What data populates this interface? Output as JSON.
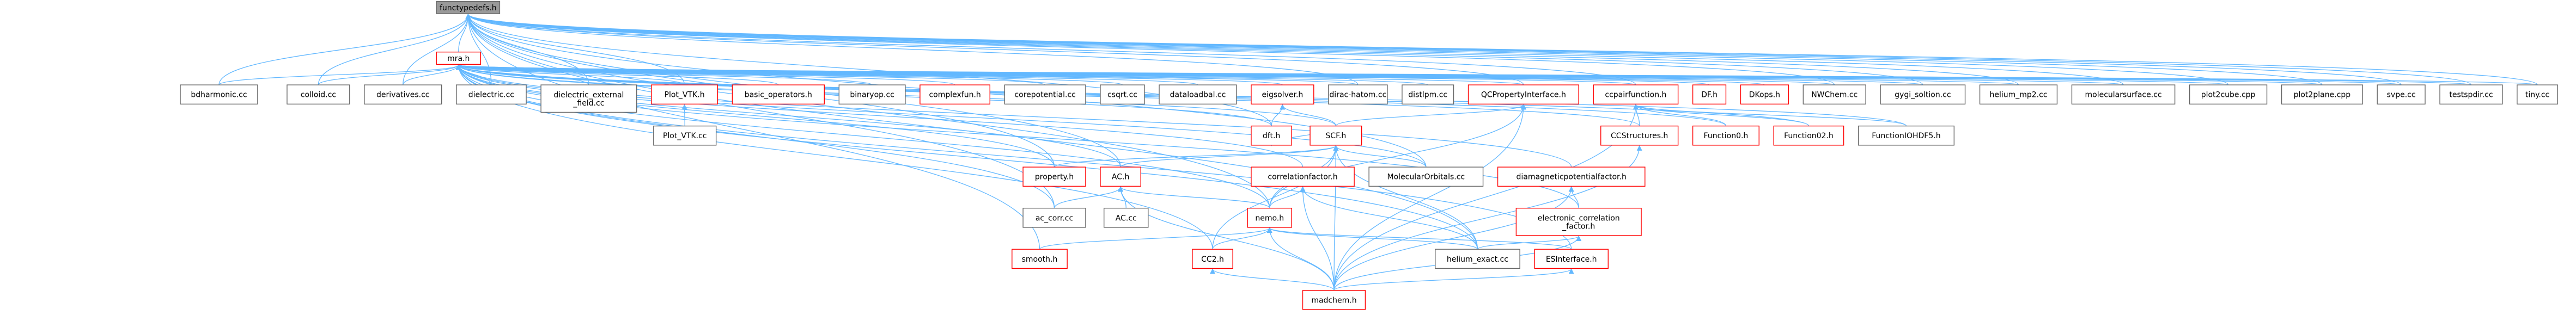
{
  "diagram": {
    "root": "functypedefs.h",
    "colors": {
      "edge": "#63b8ff",
      "root_fill": "#999999",
      "root_border": "#666666",
      "red_border": "#ff0000",
      "gray_border": "#666666",
      "text": "#000000"
    },
    "nodes": [
      {
        "id": "functypedefs",
        "label": "functypedefs.h",
        "style": "root"
      },
      {
        "id": "mra",
        "label": "mra.h",
        "style": "red"
      },
      {
        "id": "bdharmonic",
        "label": "bdharmonic.cc",
        "style": "gray"
      },
      {
        "id": "colloid",
        "label": "colloid.cc",
        "style": "gray"
      },
      {
        "id": "derivatives",
        "label": "derivatives.cc",
        "style": "gray"
      },
      {
        "id": "dielectric",
        "label": "dielectric.cc",
        "style": "gray"
      },
      {
        "id": "dielectric_ext",
        "label": "dielectric_external\n_field.cc",
        "style": "gray"
      },
      {
        "id": "plot_vtk_h",
        "label": "Plot_VTK.h",
        "style": "red"
      },
      {
        "id": "basic_ops",
        "label": "basic_operators.h",
        "style": "red"
      },
      {
        "id": "binaryop",
        "label": "binaryop.cc",
        "style": "gray"
      },
      {
        "id": "complexfun",
        "label": "complexfun.h",
        "style": "red"
      },
      {
        "id": "corepotential",
        "label": "corepotential.cc",
        "style": "gray"
      },
      {
        "id": "csqrt",
        "label": "csqrt.cc",
        "style": "gray"
      },
      {
        "id": "dataloadbal",
        "label": "dataloadbal.cc",
        "style": "gray"
      },
      {
        "id": "eigsolver",
        "label": "eigsolver.h",
        "style": "red"
      },
      {
        "id": "dirac",
        "label": "dirac-hatom.cc",
        "style": "gray"
      },
      {
        "id": "diatlpm",
        "label": "distlpm.cc",
        "style": "gray"
      },
      {
        "id": "qcprop",
        "label": "QCPropertyInterface.h",
        "style": "red"
      },
      {
        "id": "ccpair",
        "label": "ccpairfunction.h",
        "style": "red"
      },
      {
        "id": "df",
        "label": "DF.h",
        "style": "red"
      },
      {
        "id": "dkops",
        "label": "DKops.h",
        "style": "red"
      },
      {
        "id": "nwchem",
        "label": "NWChem.cc",
        "style": "gray"
      },
      {
        "id": "gygi",
        "label": "gygi_soltion.cc",
        "style": "gray"
      },
      {
        "id": "helium_mp2",
        "label": "helium_mp2.cc",
        "style": "gray"
      },
      {
        "id": "molsurf",
        "label": "molecularsurface.cc",
        "style": "gray"
      },
      {
        "id": "plot2cube",
        "label": "plot2cube.cpp",
        "style": "gray"
      },
      {
        "id": "plot2plane",
        "label": "plot2plane.cpp",
        "style": "gray"
      },
      {
        "id": "svpe",
        "label": "svpe.cc",
        "style": "gray"
      },
      {
        "id": "testspdir",
        "label": "testspdir.cc",
        "style": "gray"
      },
      {
        "id": "tiny",
        "label": "tiny.cc",
        "style": "gray"
      },
      {
        "id": "plot_vtk_cc",
        "label": "Plot_VTK.cc",
        "style": "gray"
      },
      {
        "id": "dft",
        "label": "dft.h",
        "style": "red"
      },
      {
        "id": "scf",
        "label": "SCF.h",
        "style": "red"
      },
      {
        "id": "ccstructures",
        "label": "CCStructures.h",
        "style": "red"
      },
      {
        "id": "function0",
        "label": "Function0.h",
        "style": "red"
      },
      {
        "id": "function02",
        "label": "Function02.h",
        "style": "red"
      },
      {
        "id": "functionhdf5",
        "label": "FunctionIOHDF5.h",
        "style": "gray"
      },
      {
        "id": "property",
        "label": "property.h",
        "style": "red"
      },
      {
        "id": "ac",
        "label": "AC.h",
        "style": "red"
      },
      {
        "id": "corrfactor",
        "label": "correlationfactor.h",
        "style": "red"
      },
      {
        "id": "molorb",
        "label": "MolecularOrbitals.cc",
        "style": "gray"
      },
      {
        "id": "diamag",
        "label": "diamagneticpotentialfactor.h",
        "style": "red"
      },
      {
        "id": "ac_corr",
        "label": "ac_corr.cc",
        "style": "gray"
      },
      {
        "id": "ac_cc",
        "label": "AC.cc",
        "style": "gray"
      },
      {
        "id": "nemo",
        "label": "nemo.h",
        "style": "red"
      },
      {
        "id": "elec_corr",
        "label": "electronic_correlation\n_factor.h",
        "style": "red"
      },
      {
        "id": "smooth",
        "label": "smooth.h",
        "style": "red"
      },
      {
        "id": "cc2",
        "label": "CC2.h",
        "style": "red"
      },
      {
        "id": "helium_exact",
        "label": "helium_exact.cc",
        "style": "gray"
      },
      {
        "id": "esinterface",
        "label": "ESInterface.h",
        "style": "red"
      },
      {
        "id": "madchem",
        "label": "madchem.h",
        "style": "red"
      }
    ],
    "edges": [
      [
        "functypedefs",
        "mra"
      ],
      [
        "functypedefs",
        "bdharmonic"
      ],
      [
        "functypedefs",
        "colloid"
      ],
      [
        "functypedefs",
        "derivatives"
      ],
      [
        "functypedefs",
        "dielectric"
      ],
      [
        "functypedefs",
        "dielectric_ext"
      ],
      [
        "functypedefs",
        "plot_vtk_h"
      ],
      [
        "functypedefs",
        "dirac"
      ],
      [
        "functypedefs",
        "qcprop"
      ],
      [
        "functypedefs",
        "ccpair"
      ],
      [
        "functypedefs",
        "nwchem"
      ],
      [
        "functypedefs",
        "gygi"
      ],
      [
        "functypedefs",
        "helium_mp2"
      ],
      [
        "functypedefs",
        "molsurf"
      ],
      [
        "functypedefs",
        "plot2cube"
      ],
      [
        "functypedefs",
        "plot2plane"
      ],
      [
        "functypedefs",
        "svpe"
      ],
      [
        "functypedefs",
        "testspdir"
      ],
      [
        "functypedefs",
        "tiny"
      ],
      [
        "functypedefs",
        "smooth"
      ],
      [
        "functypedefs",
        "ac"
      ],
      [
        "functypedefs",
        "ac_corr"
      ],
      [
        "functypedefs",
        "property"
      ],
      [
        "functypedefs",
        "nemo"
      ],
      [
        "functypedefs",
        "molorb"
      ],
      [
        "functypedefs",
        "helium_exact"
      ],
      [
        "functypedefs",
        "dft"
      ],
      [
        "mra",
        "bdharmonic"
      ],
      [
        "mra",
        "colloid"
      ],
      [
        "mra",
        "derivatives"
      ],
      [
        "mra",
        "dielectric"
      ],
      [
        "mra",
        "dielectric_ext"
      ],
      [
        "mra",
        "plot_vtk_h"
      ],
      [
        "mra",
        "basic_ops"
      ],
      [
        "mra",
        "binaryop"
      ],
      [
        "mra",
        "complexfun"
      ],
      [
        "mra",
        "corepotential"
      ],
      [
        "mra",
        "csqrt"
      ],
      [
        "mra",
        "dataloadbal"
      ],
      [
        "mra",
        "eigsolver"
      ],
      [
        "mra",
        "dirac"
      ],
      [
        "mra",
        "diatlpm"
      ],
      [
        "mra",
        "qcprop"
      ],
      [
        "mra",
        "ccpair"
      ],
      [
        "mra",
        "df"
      ],
      [
        "mra",
        "dkops"
      ],
      [
        "mra",
        "nwchem"
      ],
      [
        "mra",
        "gygi"
      ],
      [
        "mra",
        "helium_mp2"
      ],
      [
        "mra",
        "molsurf"
      ],
      [
        "mra",
        "plot2cube"
      ],
      [
        "mra",
        "plot2plane"
      ],
      [
        "mra",
        "svpe"
      ],
      [
        "mra",
        "testspdir"
      ],
      [
        "mra",
        "tiny"
      ],
      [
        "mra",
        "ccstructures"
      ],
      [
        "mra",
        "function0"
      ],
      [
        "mra",
        "function02"
      ],
      [
        "mra",
        "functionhdf5"
      ],
      [
        "mra",
        "dft"
      ],
      [
        "mra",
        "scf"
      ],
      [
        "mra",
        "ac"
      ],
      [
        "mra",
        "corrfactor"
      ],
      [
        "mra",
        "molorb"
      ],
      [
        "mra",
        "diamag"
      ],
      [
        "mra",
        "ac_corr"
      ],
      [
        "mra",
        "nemo"
      ],
      [
        "mra",
        "elec_corr"
      ],
      [
        "mra",
        "cc2"
      ],
      [
        "mra",
        "helium_exact"
      ],
      [
        "mra",
        "esinterface"
      ],
      [
        "mra",
        "property"
      ],
      [
        "plot_vtk_h",
        "plot_vtk_cc"
      ],
      [
        "eigsolver",
        "dft"
      ],
      [
        "eigsolver",
        "scf"
      ],
      [
        "qcprop",
        "scf"
      ],
      [
        "qcprop",
        "nemo"
      ],
      [
        "qcprop",
        "madchem"
      ],
      [
        "ccpair",
        "ccstructures"
      ],
      [
        "ccpair",
        "function0"
      ],
      [
        "ccpair",
        "function02"
      ],
      [
        "ccpair",
        "functionhdf5"
      ],
      [
        "ccpair",
        "madchem"
      ],
      [
        "dft",
        "scf"
      ],
      [
        "scf",
        "property"
      ],
      [
        "scf",
        "ac"
      ],
      [
        "scf",
        "nemo"
      ],
      [
        "scf",
        "madchem"
      ],
      [
        "scf",
        "cc2"
      ],
      [
        "scf",
        "molorb"
      ],
      [
        "scf",
        "helium_exact"
      ],
      [
        "ccstructures",
        "madchem"
      ],
      [
        "ac",
        "ac_corr"
      ],
      [
        "ac",
        "ac_cc"
      ],
      [
        "ac",
        "nemo"
      ],
      [
        "ac",
        "madchem"
      ],
      [
        "corrfactor",
        "nemo"
      ],
      [
        "corrfactor",
        "madchem"
      ],
      [
        "corrfactor",
        "helium_exact"
      ],
      [
        "diamag",
        "elec_corr"
      ],
      [
        "diamag",
        "madchem"
      ],
      [
        "nemo",
        "smooth"
      ],
      [
        "nemo",
        "cc2"
      ],
      [
        "nemo",
        "helium_exact"
      ],
      [
        "nemo",
        "esinterface"
      ],
      [
        "nemo",
        "madchem"
      ],
      [
        "elec_corr",
        "helium_exact"
      ],
      [
        "elec_corr",
        "madchem"
      ],
      [
        "cc2",
        "madchem"
      ],
      [
        "esinterface",
        "madchem"
      ]
    ]
  }
}
